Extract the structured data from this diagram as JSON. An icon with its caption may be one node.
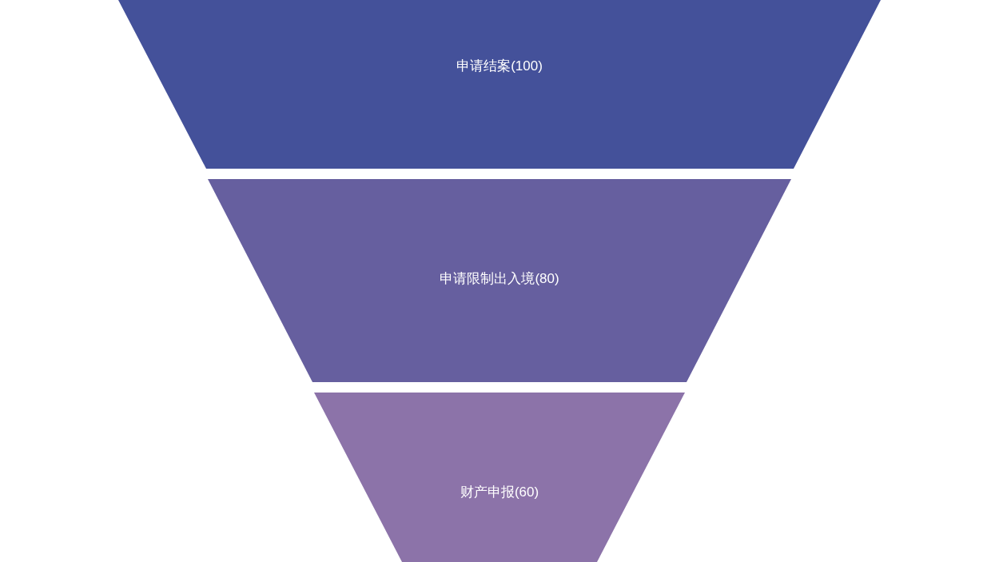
{
  "diagram": {
    "nodes": [
      {
        "text": [
          "申请结案(100)"
        ]
      },
      {
        "text": [
          "申请限制出入境(80)"
        ]
      },
      {
        "text": [
          "财产申报(60)"
        ]
      }
    ]
  }
}
